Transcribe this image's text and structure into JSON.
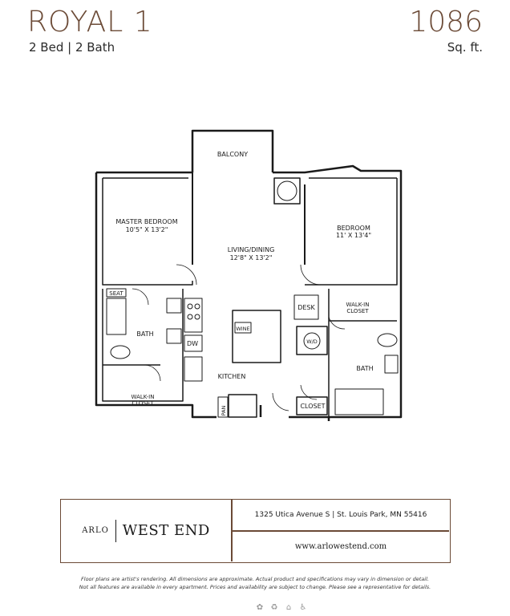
{
  "header": {
    "plan_name": "ROYAL 1",
    "beds_baths": "2 Bed  |  2 Bath",
    "sqft_value": "1086",
    "sqft_unit": "Sq. ft."
  },
  "floorplan": {
    "balcony": "BALCONY",
    "master_bedroom": "MASTER BEDROOM",
    "master_bedroom_dims": "10'5\" X 13'2\"",
    "living_dining": "LIVING/DINING",
    "living_dining_dims": "12'8\" X 13'2\"",
    "bedroom": "BEDROOM",
    "bedroom_dims": "11' X 13'4\"",
    "seat": "SEAT",
    "bath_left": "BATH",
    "walkin_closet_left_1": "WALK-IN",
    "walkin_closet_left_2": "CLOSET",
    "dw": "DW",
    "wine": "WINE",
    "kitchen": "KITCHEN",
    "pan": "PAN",
    "desk": "DESK",
    "wd": "W/D",
    "walkin_closet_right_1": "WALK-IN",
    "walkin_closet_right_2": "CLOSET",
    "bath_right": "BATH",
    "closet": "CLOSET"
  },
  "info": {
    "brand_left": "ARLO",
    "brand_right": "WEST END",
    "address": "1325 Utica Avenue S  |  St. Louis Park, MN 55416",
    "website": "www.arlowestend.com"
  },
  "disclaimer": {
    "line1": "Floor plans are artist's rendering. All dimensions are approximate. Actual product and specifications may vary in dimension or detail.",
    "line2": "Not all features are available in every apartment. Prices and availability are subject to change. Please see a representative for details."
  },
  "accent_color": "#6b4a36",
  "icons": [
    "pet-icon",
    "recycle-icon",
    "equal-housing-icon",
    "accessible-icon"
  ]
}
